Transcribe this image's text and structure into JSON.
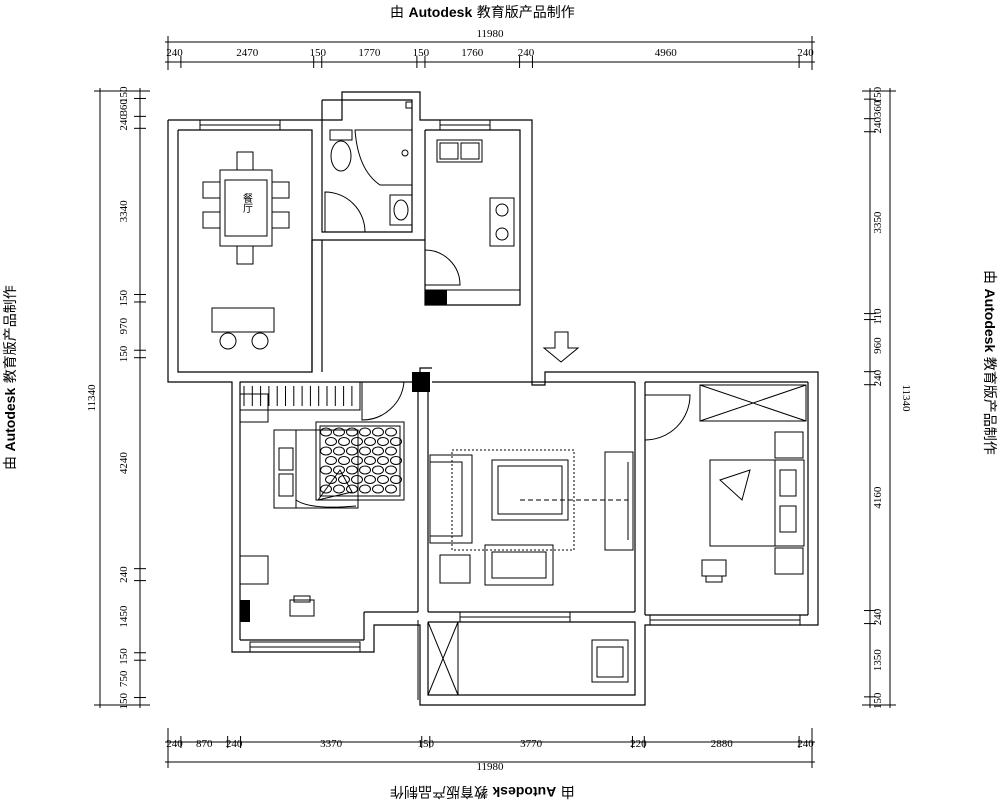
{
  "watermark": {
    "prefix": "由 ",
    "brand": "Autodesk",
    "suffix": " 教育版产品制作"
  },
  "dimensions": {
    "top_total": "11980",
    "top_segments": [
      "240",
      "2470",
      "150",
      "1770",
      "150",
      "1760",
      "240",
      "4960",
      "240"
    ],
    "bottom_total": "11980",
    "bottom_segments": [
      "240",
      "870",
      "240",
      "3370",
      "150",
      "3770",
      "220",
      "2880",
      "240"
    ],
    "left_total": "11340",
    "left_segments": [
      "150",
      "360",
      "240",
      "3340",
      "150",
      "970",
      "150",
      "4240",
      "240",
      "1450",
      "150",
      "750",
      "150"
    ],
    "right_total": "11340",
    "right_segments": [
      "150",
      "360",
      "240",
      "3350",
      "110",
      "960",
      "240",
      "4160",
      "240",
      "1350",
      "150"
    ]
  },
  "rooms": {
    "dining_label": "餐厅"
  },
  "colors": {
    "line": "#000000",
    "background": "#ffffff"
  }
}
